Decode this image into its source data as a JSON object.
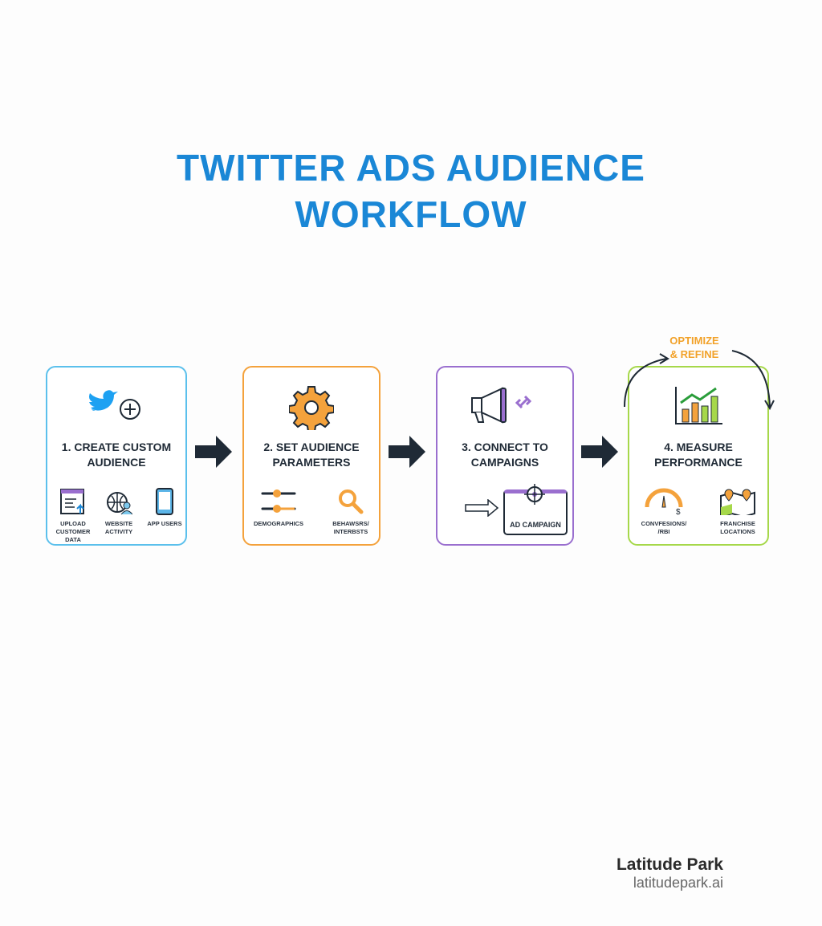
{
  "title": {
    "line1": "TWITTER ADS AUDIENCE",
    "line2": "WORKFLOW"
  },
  "steps": [
    {
      "title1": "1. CREATE CUSTOM",
      "title2": "AUDIENCE",
      "items": [
        "UPLOAD CUSTOMER DATA",
        "WEBSITE ACTIVITY",
        "APP USERS"
      ]
    },
    {
      "title1": "2. SET AUDIENCE",
      "title2": "PARAMETERS",
      "items": [
        "DEMOGRAPHICS",
        "BEHAWSRS/ INTERBSTS"
      ]
    },
    {
      "title1": "3. CONNECT TO",
      "title2": "CAMPAIGNS",
      "items": [
        "AD CAMPAIGN"
      ]
    },
    {
      "title1": "4. MEASURE",
      "title2": "PERFORMANCE",
      "items": [
        "CONVFESIONS/ /RBI",
        "FRANCHISE LOCATIONS"
      ]
    }
  ],
  "loop": {
    "line1": "OPTIMIZE",
    "line2": "& REFINE"
  },
  "footer": {
    "brand": "Latitude Park",
    "url": "latitudepark.ai"
  },
  "colors": {
    "title": "#1a87d6",
    "step1": "#5bc0ec",
    "step2": "#f4a23c",
    "step3": "#9a6fcf",
    "step4": "#a6d84a",
    "arrow": "#1f2a36"
  }
}
